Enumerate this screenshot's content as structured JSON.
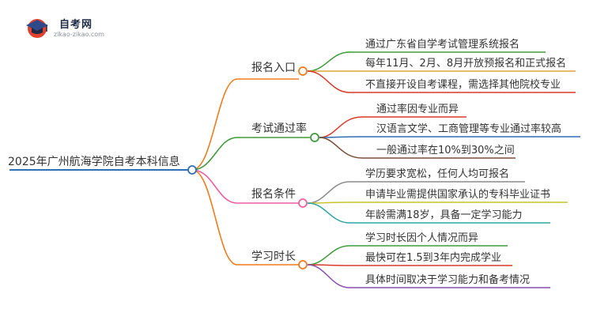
{
  "logo": {
    "title": "自考网",
    "url": "zikao-zikao.com"
  },
  "root": "2025年广州航海学院自考本科信息",
  "branches": [
    {
      "label": "报名入口",
      "color": "#f07b1e",
      "leaves": [
        {
          "text": "通过广东省自学考试管理系统报名",
          "color": "#3f9b3a"
        },
        {
          "text": "每年11月、2月、8月开放预报名和正式报名",
          "color": "#e2a23b"
        },
        {
          "text": "不直接开设自考课程，需选择其他院校专业",
          "color": "#d93a2b"
        }
      ]
    },
    {
      "label": "考试通过率",
      "color": "#3f9b3a",
      "leaves": [
        {
          "text": "通过率因专业而异",
          "color": "#d93a2b"
        },
        {
          "text": "汉语言文学、工商管理等专业通过率较高",
          "color": "#2f6fb5"
        },
        {
          "text": "一般通过率在10%到30%之间",
          "color": "#7a4f37"
        }
      ]
    },
    {
      "label": "报名条件",
      "color": "#ef5fa0",
      "leaves": [
        {
          "text": "学历要求宽松，任何人均可报名",
          "color": "#8c8c8c"
        },
        {
          "text": "申请毕业需提供国家承认的专科毕业证书",
          "color": "#c8c42a"
        },
        {
          "text": "年龄需满18岁，具备一定学习能力",
          "color": "#2fa5a0"
        }
      ]
    },
    {
      "label": "学习时长",
      "color": "#f07b1e",
      "leaves": [
        {
          "text": "学习时长因个人情况而异",
          "color": "#3f9b3a"
        },
        {
          "text": "最快可在1.5到3年内完成学业",
          "color": "#d93a2b"
        },
        {
          "text": "具体时间取决于学习能力和备考情况",
          "color": "#8a4fb0"
        }
      ]
    }
  ]
}
